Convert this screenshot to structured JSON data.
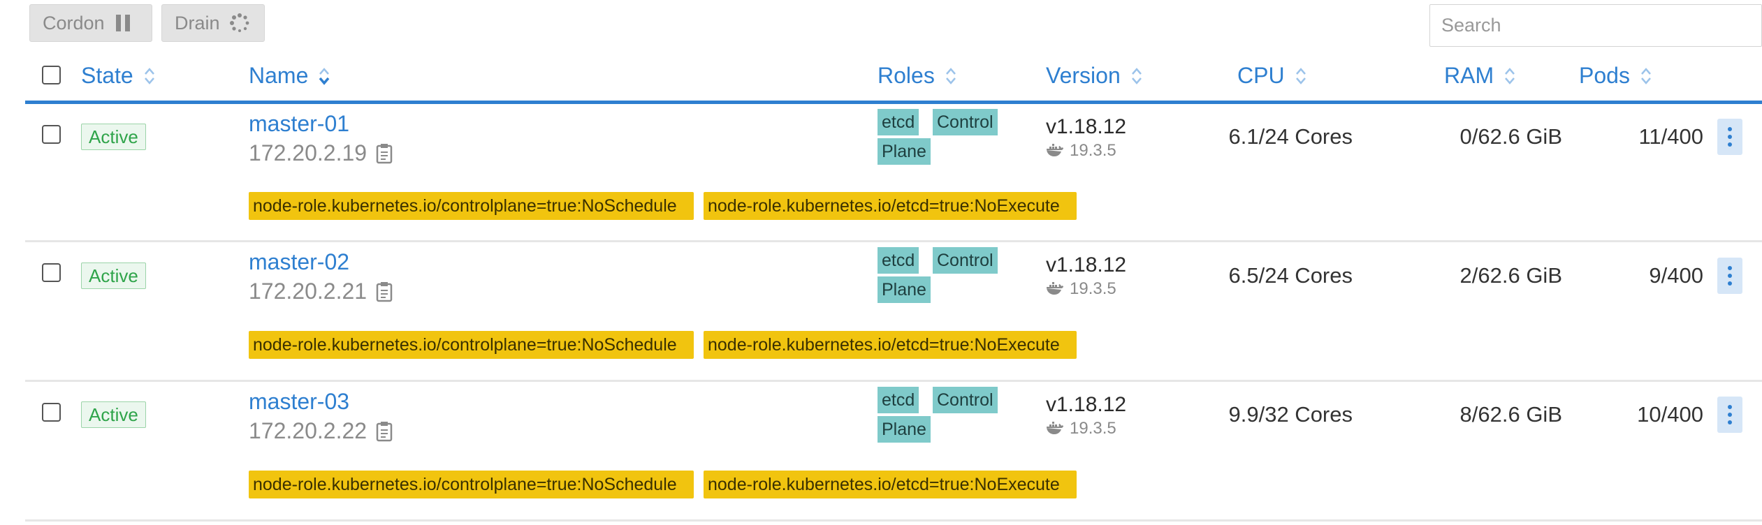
{
  "toolbar": {
    "cordon_label": "Cordon",
    "drain_label": "Drain",
    "search_placeholder": "Search"
  },
  "table": {
    "columns": {
      "state": "State",
      "name": "Name",
      "roles": "Roles",
      "version": "Version",
      "cpu": "CPU",
      "ram": "RAM",
      "pods": "Pods"
    },
    "rows": [
      {
        "state": "Active",
        "name": "master-01",
        "ip": "172.20.2.19",
        "role_etcd": "etcd",
        "role_control": "Control",
        "role_plane": "Plane",
        "version": "v1.18.12",
        "docker_version": "19.3.5",
        "cpu": "6.1/24 Cores",
        "ram": "0/62.6 GiB",
        "pods": "11/400",
        "taint_1": "node-role.kubernetes.io/controlplane=true:NoSchedule",
        "taint_2": "node-role.kubernetes.io/etcd=true:NoExecute"
      },
      {
        "state": "Active",
        "name": "master-02",
        "ip": "172.20.2.21",
        "role_etcd": "etcd",
        "role_control": "Control",
        "role_plane": "Plane",
        "version": "v1.18.12",
        "docker_version": "19.3.5",
        "cpu": "6.5/24 Cores",
        "ram": "2/62.6 GiB",
        "pods": "9/400",
        "taint_1": "node-role.kubernetes.io/controlplane=true:NoSchedule",
        "taint_2": "node-role.kubernetes.io/etcd=true:NoExecute"
      },
      {
        "state": "Active",
        "name": "master-03",
        "ip": "172.20.2.22",
        "role_etcd": "etcd",
        "role_control": "Control",
        "role_plane": "Plane",
        "version": "v1.18.12",
        "docker_version": "19.3.5",
        "cpu": "9.9/32 Cores",
        "ram": "8/62.6 GiB",
        "pods": "10/400",
        "taint_1": "node-role.kubernetes.io/controlplane=true:NoSchedule",
        "taint_2": "node-role.kubernetes.io/etcd=true:NoExecute"
      }
    ]
  },
  "icons": {
    "pause": "pause-icon",
    "drain": "spinner-icon",
    "sort": "sort-icon",
    "copy": "clipboard-icon",
    "docker": "docker-icon",
    "menu": "kebab-menu-icon"
  },
  "colors": {
    "accent": "#2e7fd0",
    "active_badge": "#2fa44a",
    "role_tag": "#7fcaca",
    "taint_tag": "#f1c40f"
  }
}
